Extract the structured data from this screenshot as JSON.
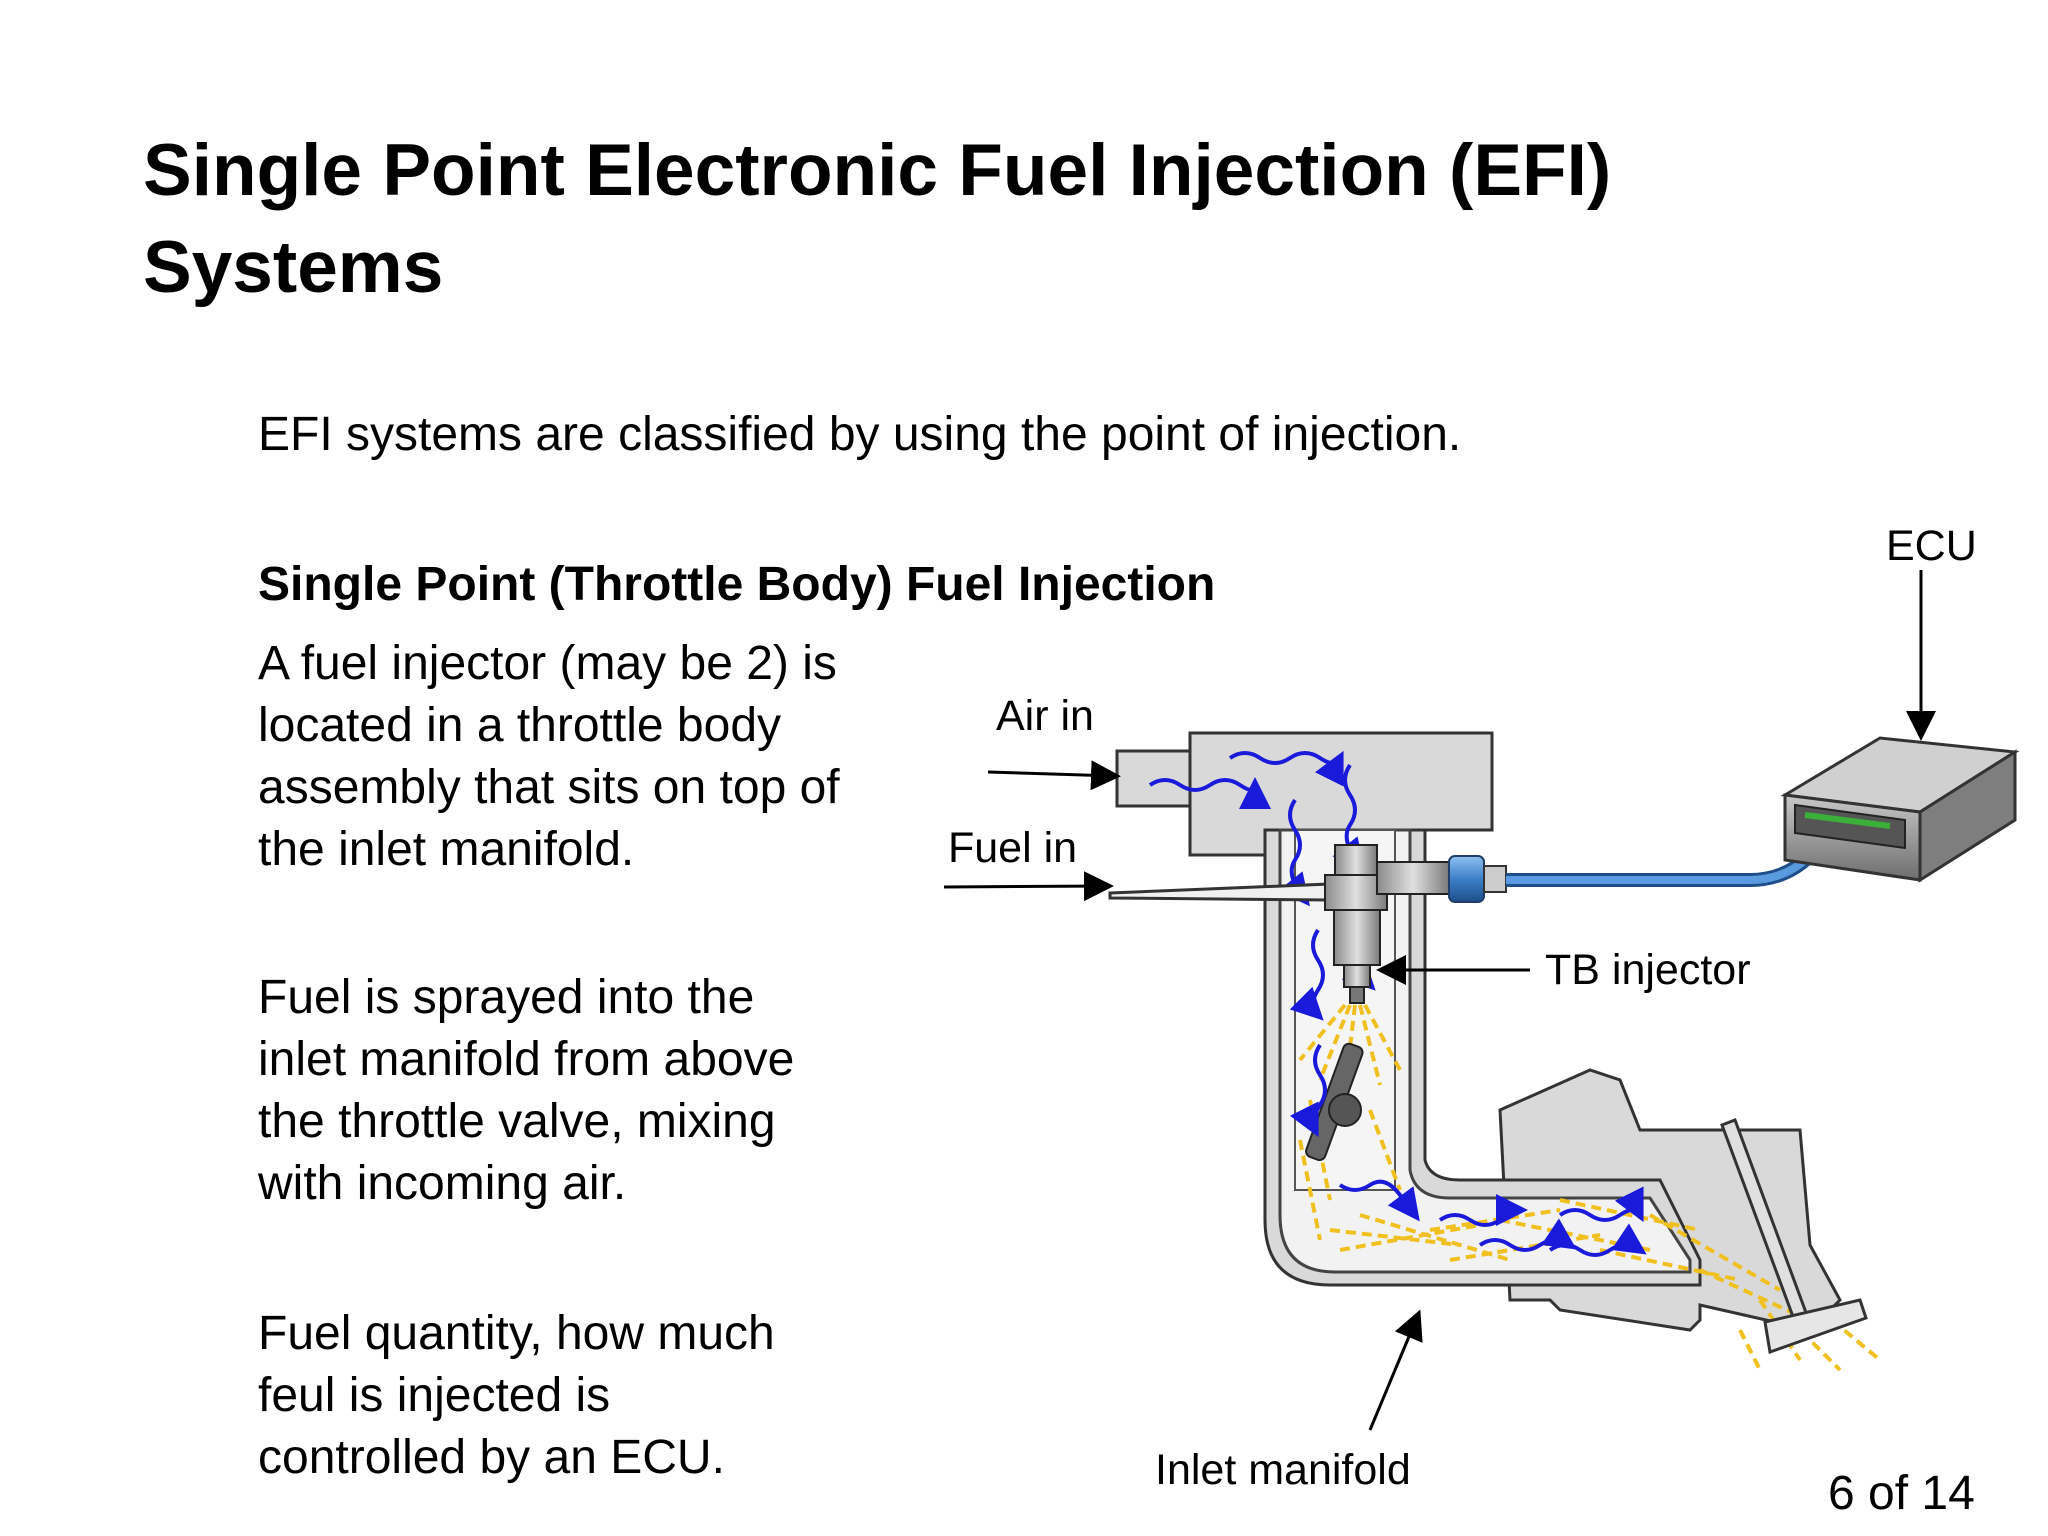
{
  "slide": {
    "title_line1": "Single Point Electronic Fuel Injection (EFI)",
    "title_line2": "Systems",
    "intro": "EFI systems are classified by using the point of injection.",
    "subheading": "Single Point (Throttle Body) Fuel Injection",
    "paragraph1": [
      "A fuel injector (may be 2) is",
      "located in a throttle body",
      "assembly that sits on top of",
      "the inlet manifold."
    ],
    "paragraph2": [
      "Fuel is sprayed into the",
      "inlet manifold from above",
      "the throttle valve, mixing",
      "with incoming air."
    ],
    "paragraph3": [
      "Fuel quantity, how much",
      "feul is injected is",
      "controlled by an ECU."
    ],
    "page_number": "6 of 14"
  },
  "diagram": {
    "labels": {
      "air_in": "Air in",
      "fuel_in": "Fuel in",
      "ecu": "ECU",
      "tb_injector": "TB injector",
      "inlet_manifold": "Inlet manifold"
    },
    "colors": {
      "body_fill": "#d9d9d9",
      "inner_fill": "#f2f2f2",
      "air_arrow": "#1a1adb",
      "fuel_spray": "#f0c020",
      "ecu_cable": "#3c7fc8",
      "ecu_body": "#9a9a9a"
    }
  }
}
